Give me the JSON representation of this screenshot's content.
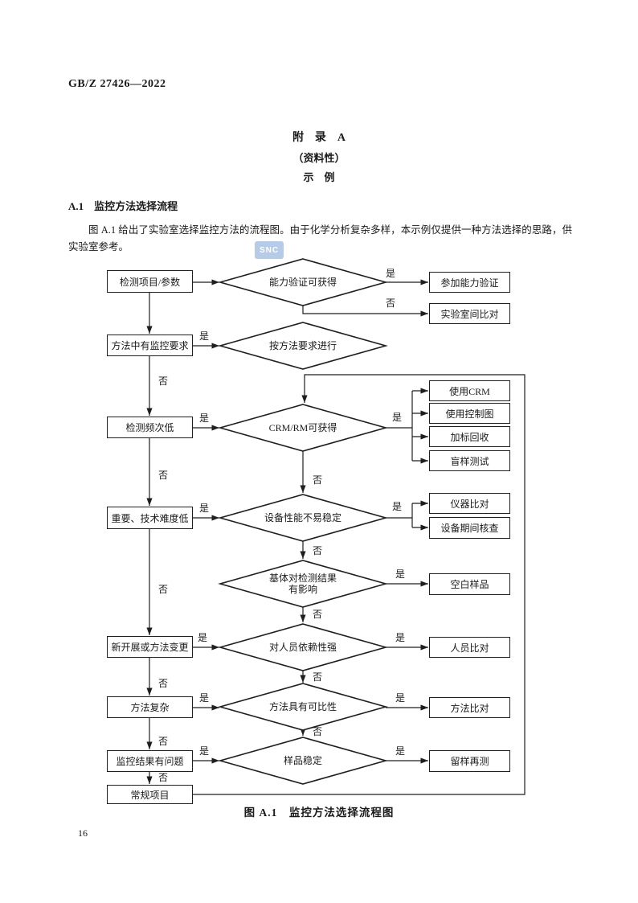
{
  "doc": {
    "header": "GB/Z 27426—2022",
    "page_number": "16",
    "watermark": "SNC"
  },
  "appendix": {
    "title": "附　录　A",
    "subtitle": "（资料性）",
    "subtitle2": "示　例"
  },
  "section": {
    "heading": "A.1　监控方法选择流程",
    "paragraph": "图 A.1 给出了实验室选择监控方法的流程图。由于化学分析复杂多样，本示例仅提供一种方法选择的思路，供实验室参考。"
  },
  "figure": {
    "caption": "图 A.1　监控方法选择流程图"
  },
  "flowchart": {
    "yes": "是",
    "no": "否",
    "process": [
      "检测项目/参数",
      "方法中有监控要求",
      "检测频次低",
      "重要、技术难度低",
      "新开展或方法变更",
      "方法复杂",
      "监控结果有问题",
      "常规项目"
    ],
    "decision": [
      "能力验证可获得",
      "按方法要求进行",
      "CRM/RM可获得",
      "设备性能不易稳定",
      "基体对检测结果\n有影响",
      "对人员依赖性强",
      "方法具有可比性",
      "样品稳定"
    ],
    "result": [
      "参加能力验证",
      "实验室间比对",
      "使用CRM",
      "使用控制图",
      "加标回收",
      "盲样测试",
      "仪器比对",
      "设备期间核查",
      "空白样品",
      "人员比对",
      "方法比对",
      "留样再测"
    ]
  }
}
